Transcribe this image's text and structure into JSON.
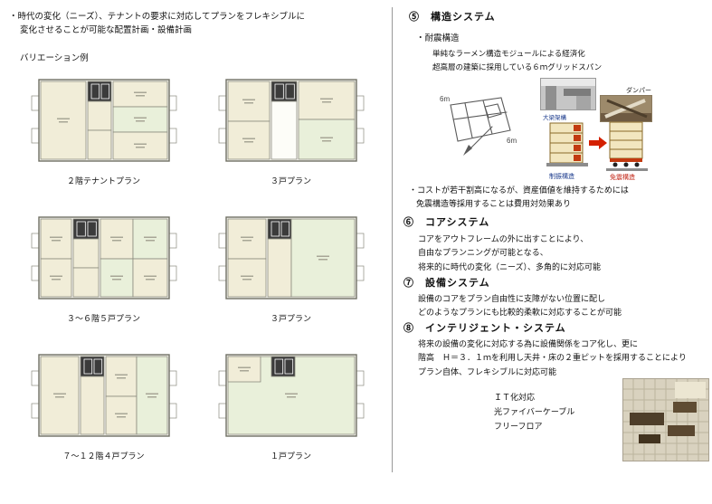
{
  "colors": {
    "room_fills": {
      "c": "#f1edd8",
      "g": "#e9f0da",
      "w": "#fdfdf8",
      "k": "#3b3b3b"
    },
    "wall": "#6f6f63",
    "divider": "#999999",
    "accent_red": "#d42000",
    "accent_blue": "#1a3a8c"
  },
  "left": {
    "intro_line1": "・時代の変化（ニーズ）、テナントの要求に対応してプランをフレキシブルに",
    "intro_line2": "変化させることが可能な配置計画・設備計画",
    "variation_label": "バリエーション例",
    "plans": [
      {
        "caption": "２階テナントプラン",
        "rooms": [
          [
            12,
            14,
            50,
            86,
            "c"
          ],
          [
            64,
            14,
            26,
            22,
            "k"
          ],
          [
            64,
            36,
            26,
            32,
            "c"
          ],
          [
            64,
            68,
            26,
            32,
            "c"
          ],
          [
            92,
            14,
            60,
            28,
            "c"
          ],
          [
            92,
            42,
            60,
            28,
            "g"
          ],
          [
            92,
            70,
            60,
            30,
            "c"
          ]
        ]
      },
      {
        "caption": "３戸プラン",
        "rooms": [
          [
            12,
            14,
            46,
            44,
            "c"
          ],
          [
            12,
            58,
            46,
            42,
            "c"
          ],
          [
            60,
            14,
            28,
            22,
            "k"
          ],
          [
            60,
            36,
            28,
            64,
            "w"
          ],
          [
            90,
            14,
            62,
            42,
            "c"
          ],
          [
            90,
            56,
            62,
            44,
            "g"
          ]
        ]
      },
      {
        "caption": "３～６階５戸プラン",
        "rooms": [
          [
            12,
            14,
            34,
            44,
            "c"
          ],
          [
            12,
            58,
            34,
            42,
            "c"
          ],
          [
            48,
            14,
            28,
            22,
            "k"
          ],
          [
            48,
            36,
            28,
            32,
            "c"
          ],
          [
            48,
            68,
            28,
            32,
            "c"
          ],
          [
            78,
            14,
            36,
            44,
            "c"
          ],
          [
            78,
            58,
            36,
            42,
            "g"
          ],
          [
            114,
            14,
            38,
            44,
            "g"
          ],
          [
            114,
            58,
            38,
            42,
            "c"
          ]
        ]
      },
      {
        "caption": "３戸プラン",
        "rooms": [
          [
            12,
            14,
            42,
            44,
            "c"
          ],
          [
            12,
            58,
            42,
            42,
            "c"
          ],
          [
            56,
            14,
            26,
            22,
            "k"
          ],
          [
            56,
            36,
            26,
            64,
            "c"
          ],
          [
            82,
            14,
            70,
            86,
            "g"
          ]
        ]
      },
      {
        "caption": "７～１２階４戸プラン",
        "rooms": [
          [
            12,
            14,
            42,
            86,
            "c"
          ],
          [
            56,
            14,
            26,
            22,
            "k"
          ],
          [
            56,
            36,
            26,
            64,
            "c"
          ],
          [
            84,
            14,
            34,
            44,
            "c"
          ],
          [
            84,
            58,
            34,
            42,
            "c"
          ],
          [
            118,
            14,
            34,
            86,
            "g"
          ]
        ]
      },
      {
        "caption": "１戸プラン",
        "rooms": [
          [
            12,
            14,
            140,
            86,
            "g"
          ],
          [
            12,
            14,
            36,
            28,
            "c"
          ],
          [
            60,
            14,
            26,
            22,
            "k"
          ]
        ]
      }
    ]
  },
  "right": {
    "structure": {
      "heading": "⑤　構造システム",
      "sub_heading": "・耐震構造",
      "lines": [
        "単純なラーメン構造モジュールによる経済化",
        "超高層の建築に採用している６ｍグリッドスパン"
      ],
      "figure_labels": {
        "span": "6m",
        "photo_caption": "大梁架構",
        "damper": "ダンパー",
        "left_diagram": "制振構造",
        "right_diagram": "免震構造"
      },
      "cost_line1": "・コストが若干割高になるが、資産価値を維持するためには",
      "cost_line2": "免震構造等採用することは費用対効果あり"
    },
    "core": {
      "heading": "⑥　コアシステム",
      "lines": [
        "コアをアウトフレームの外に出すことにより、",
        "自由なプランニングが可能となる、",
        "将来的に時代の変化（ニーズ）、多角的に対応可能"
      ]
    },
    "equipment": {
      "heading": "⑦　設備システム",
      "lines": [
        "設備のコアをプラン自由性に支障がない位置に配し",
        "どのようなプランにも比較的柔軟に対応することが可能"
      ]
    },
    "intelligent": {
      "heading": "⑧　インテリジェント・システム",
      "lines": [
        "将来の設備の変化に対応する為に設備関係をコア化し、更に",
        "階高　Ｈ＝３．１ｍを利用し天井・床の２重ピットを採用することにより",
        "プラン自体、フレキシブルに対応可能"
      ],
      "it_items": [
        "ＩＴ化対応",
        "光ファイバーケーブル",
        "フリーフロア"
      ]
    }
  }
}
